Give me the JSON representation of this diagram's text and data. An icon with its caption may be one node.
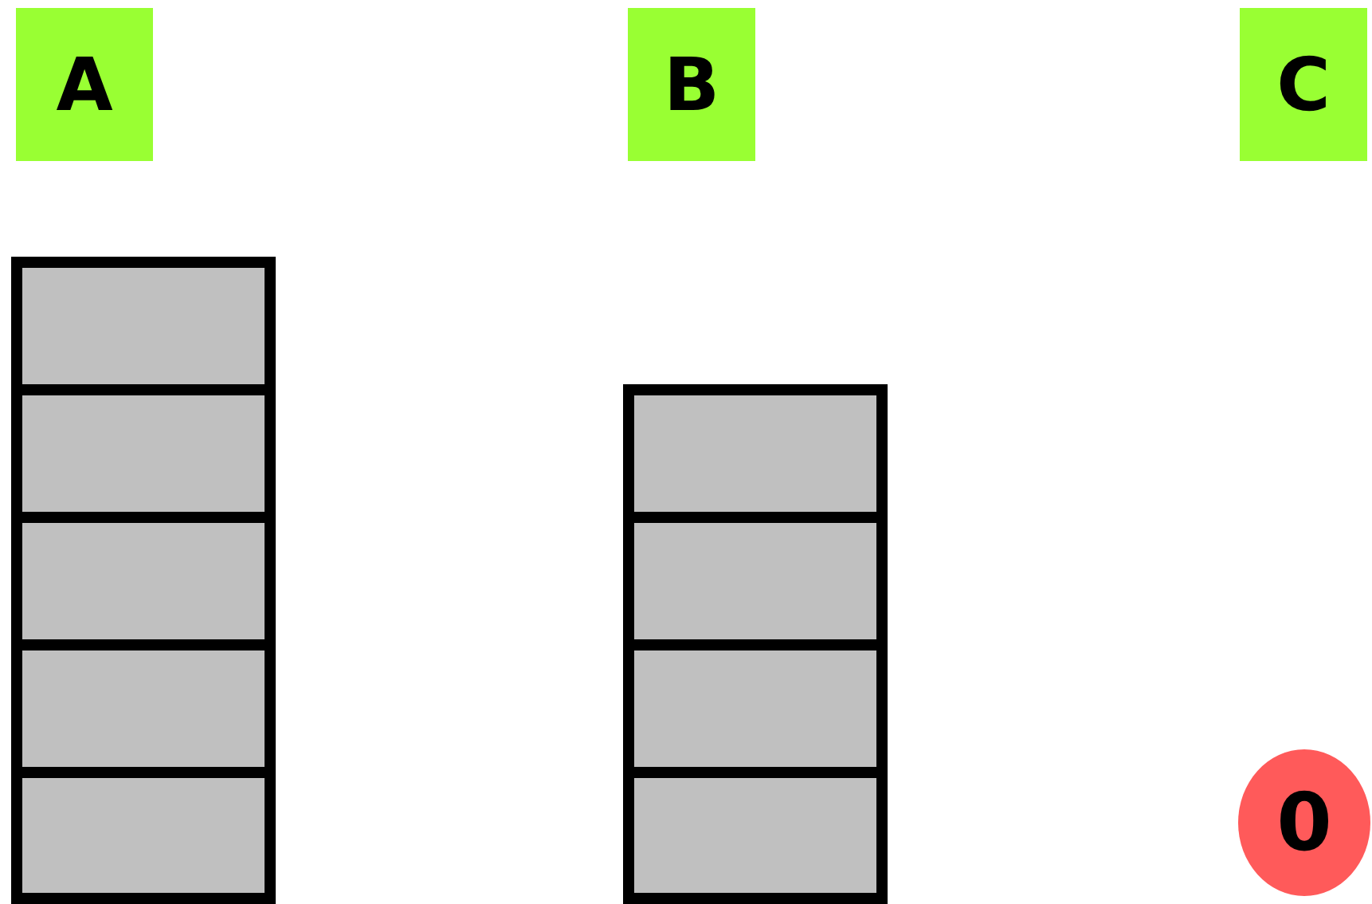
{
  "diagram": {
    "nodes": [
      {
        "text": [
          "A"
        ]
      },
      {
        "text": [
          "B"
        ]
      },
      {
        "text": [
          "C"
        ]
      },
      {
        "text": [],
        "shape": "box"
      },
      {
        "text": [],
        "shape": "box"
      },
      {
        "text": [],
        "shape": "box"
      },
      {
        "text": [],
        "shape": "box"
      },
      {
        "text": [],
        "shape": "box"
      },
      {
        "text": [],
        "shape": "box"
      },
      {
        "text": [],
        "shape": "box"
      },
      {
        "text": [],
        "shape": "box"
      },
      {
        "text": [],
        "shape": "box"
      },
      {
        "text": [
          "0"
        ]
      }
    ]
  }
}
